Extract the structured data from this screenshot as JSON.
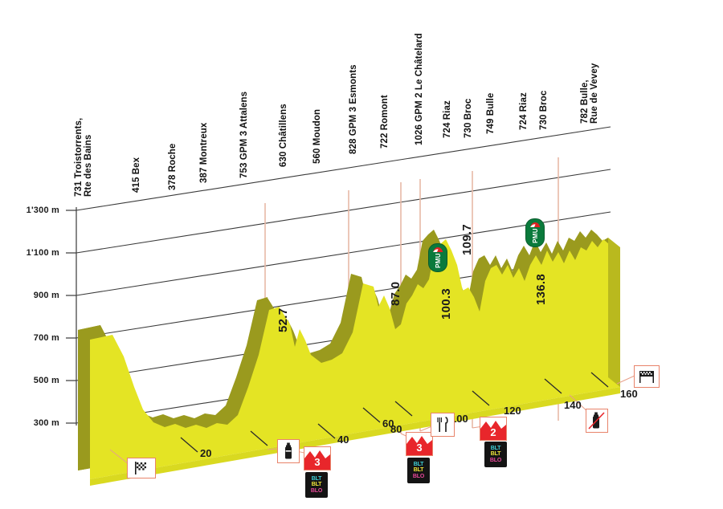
{
  "chart_data": {
    "type": "area",
    "title": "",
    "xlabel": "",
    "ylabel": "",
    "ylim": [
      200,
      1400
    ],
    "xlim": [
      0,
      170
    ],
    "grid": true,
    "y_ticks": [
      "300 m",
      "500 m",
      "700 m",
      "900 m",
      "1'100 m",
      "1'300 m"
    ],
    "y_tick_values": [
      300,
      500,
      700,
      900,
      1100,
      1300
    ],
    "x_ticks": [
      "20",
      "40",
      "60",
      "80",
      "100",
      "120",
      "140",
      "160"
    ],
    "x_tick_values": [
      20,
      40,
      60,
      80,
      100,
      120,
      140,
      160
    ],
    "start_label": "731 Troistorrents,\nRte des Bains",
    "finish_label": "782 Bulle,\nRue de Vevey",
    "locations": [
      {
        "label": "731 Troistorrents,\nRte des Bains",
        "altitude": 731,
        "km": 0
      },
      {
        "label": "415 Bex",
        "altitude": 415,
        "km": 14
      },
      {
        "label": "378 Roche",
        "altitude": 378,
        "km": 26
      },
      {
        "label": "387 Montreux",
        "altitude": 387,
        "km": 38
      },
      {
        "label": "753 GPM 3 Attalens",
        "altitude": 753,
        "km": 52.7
      },
      {
        "label": "630 Châtillens",
        "altitude": 630,
        "km": 61
      },
      {
        "label": "560 Moudon",
        "altitude": 560,
        "km": 72
      },
      {
        "label": "828 GPM 3 Esmonts",
        "altitude": 828,
        "km": 87.0
      },
      {
        "label": "722 Romont",
        "altitude": 722,
        "km": 93
      },
      {
        "label": "1026 GPM 2 Le Châtelard",
        "altitude": 1026,
        "km": 100.3
      },
      {
        "label": "724 Riaz",
        "altitude": 724,
        "km": 112
      },
      {
        "label": "730 Broc",
        "altitude": 730,
        "km": 118
      },
      {
        "label": "749 Bulle",
        "altitude": 749,
        "km": 126
      },
      {
        "label": "724 Riaz",
        "altitude": 724,
        "km": 138
      },
      {
        "label": "730 Broc",
        "altitude": 730,
        "km": 145
      },
      {
        "label": "782 Bulle,\nRue de Vevey",
        "altitude": 782,
        "km": 163
      }
    ],
    "km_markers": [
      {
        "value": "52.7",
        "km": 52.7
      },
      {
        "value": "87.0",
        "km": 87.0
      },
      {
        "value": "100.3",
        "km": 100.3
      },
      {
        "value": "109.7",
        "km": 109.7
      },
      {
        "value": "136.8",
        "km": 136.8
      }
    ],
    "pmu_sprints": [
      {
        "km": 100.3,
        "label": "PMU"
      },
      {
        "km": 136.8,
        "label": "PMU"
      }
    ],
    "climb_badges": [
      {
        "category": "3",
        "km": 52.7
      },
      {
        "category": "3",
        "km": 87.0
      },
      {
        "category": "2",
        "km": 100.3
      }
    ],
    "route_icons": [
      {
        "icon": "checkered-flag-icon",
        "km": 0
      },
      {
        "icon": "bottle-icon",
        "km": 44
      },
      {
        "icon": "cutlery-icon",
        "km": 92
      },
      {
        "icon": "no-bottle-icon",
        "km": 147
      },
      {
        "icon": "finish-banner-icon",
        "km": 162
      }
    ],
    "sponsor_logo": {
      "lines": [
        "BLT",
        "BLT",
        "BLO"
      ]
    },
    "colors": {
      "profile_top": "#e4e424",
      "profile_side": "#9a9a1e",
      "grid": "#3a3a3a",
      "climb_line": "#e7b9a6",
      "badge_red": "#e8262b",
      "pmu_green": "#0a7a3c",
      "icon_border": "#e8836a",
      "text": "#1b1b1b"
    }
  }
}
